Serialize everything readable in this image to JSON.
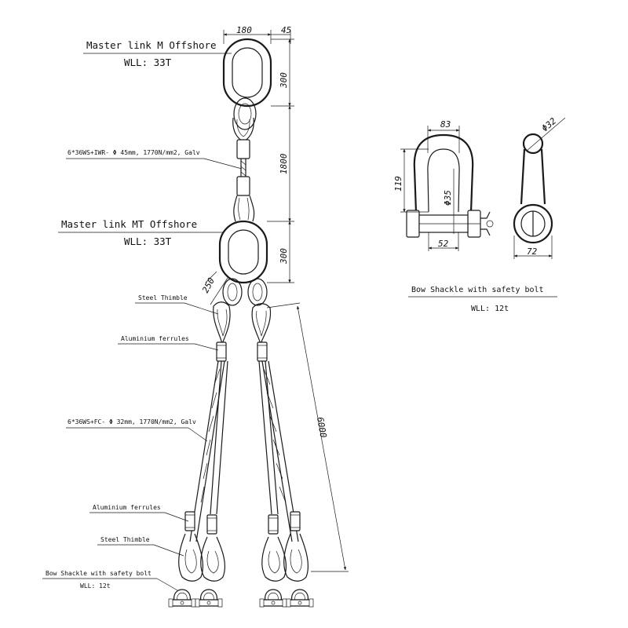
{
  "labels": {
    "master_link_m": "Master link M Offshore",
    "master_link_m_wll": "WLL: 33T",
    "rope_top": "6*36WS+IWR- Φ 45mm, 1770N/mm2, Galv",
    "master_link_mt": "Master link MT Offshore",
    "master_link_mt_wll": "WLL: 33T",
    "steel_thimble_top": "Steel Thimble",
    "aluminium_ferrules_top": "Aluminium ferrules",
    "rope_legs": "6*36WS+FC- Φ 32mm, 1770N/mm2, Galv",
    "aluminium_ferrules_bottom": "Aluminium ferrules",
    "steel_thimble_bottom": "Steel Thimble",
    "bow_shackle_bottom": "Bow Shackle with safety bolt",
    "bow_shackle_bottom_wll": "WLL: 12t",
    "bow_shackle_detail": "Bow Shackle with safety bolt",
    "bow_shackle_detail_wll": "WLL: 12t"
  },
  "dimensions": {
    "master_link_width": "180",
    "master_link_offset": "45",
    "master_link_m_height": "300",
    "top_rope_length": "1800",
    "master_link_mt_height": "300",
    "sub_link": "250",
    "leg_length": "6000",
    "shackle_inner_width": "83",
    "shackle_inner_height": "119",
    "shackle_pin_dia": "Φ35",
    "shackle_jaw": "52",
    "shackle_eye_dia": "Φ32",
    "shackle_eye_width": "72"
  }
}
